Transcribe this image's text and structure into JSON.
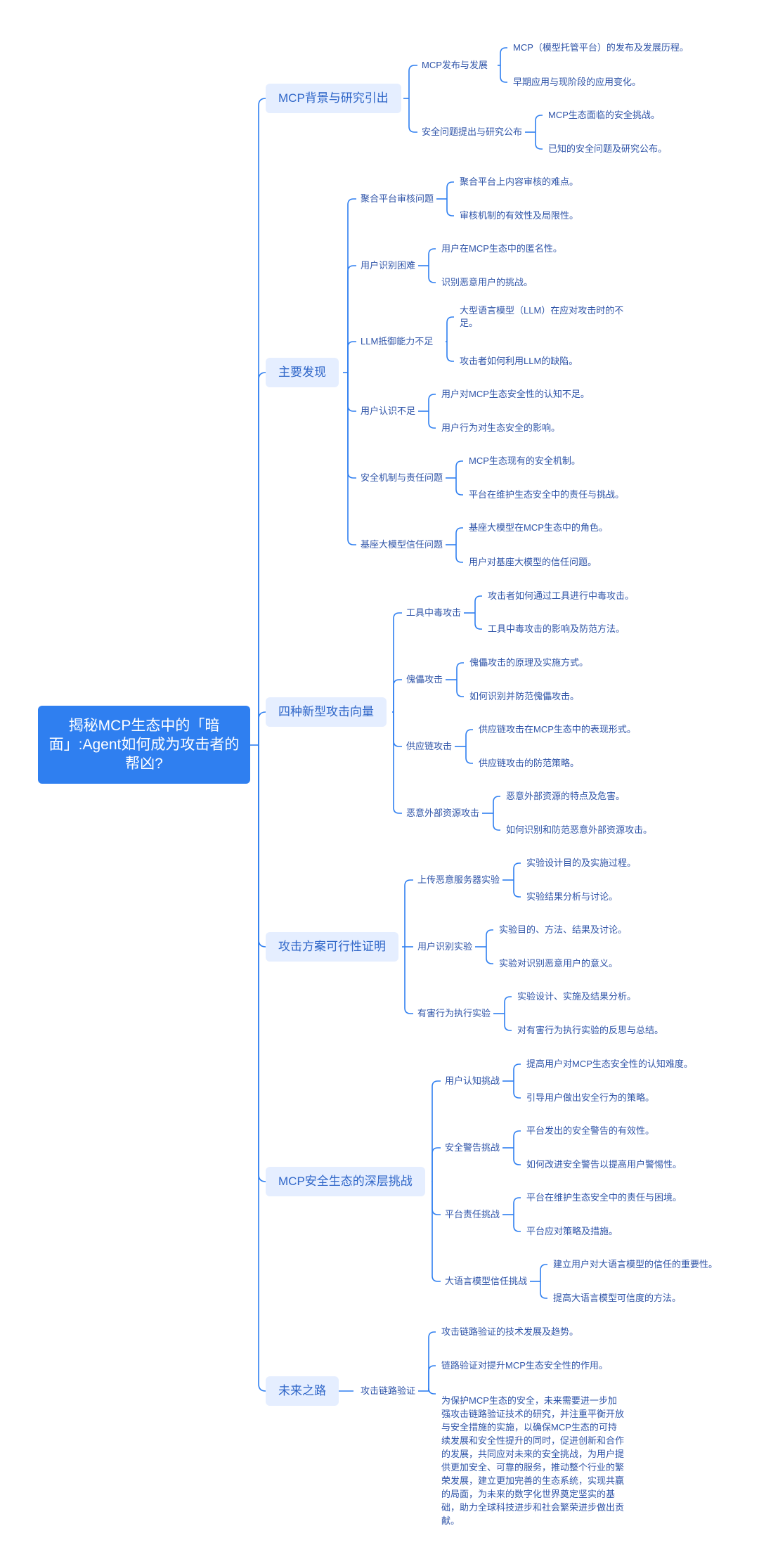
{
  "root": {
    "label": "揭秘MCP生态中的「暗面」:Agent如何成为攻击者的帮凶?"
  },
  "colors": {
    "line": "#2f7ff0",
    "root_bg": "#2f7ff0",
    "branch_bg": "#e5eeff",
    "text": "#2f54a8"
  },
  "branches": [
    {
      "label": "MCP背景与研究引出",
      "children": [
        {
          "label": "MCP发布与发展",
          "children": [
            "MCP（模型托管平台）的发布及发展历程。",
            "早期应用与现阶段的应用变化。"
          ]
        },
        {
          "label": "安全问题提出与研究公布",
          "children": [
            "MCP生态面临的安全挑战。",
            "已知的安全问题及研究公布。"
          ]
        }
      ]
    },
    {
      "label": "主要发现",
      "children": [
        {
          "label": "聚合平台审核问题",
          "children": [
            "聚合平台上内容审核的难点。",
            "审核机制的有效性及局限性。"
          ]
        },
        {
          "label": "用户识别困难",
          "children": [
            "用户在MCP生态中的匿名性。",
            "识别恶意用户的挑战。"
          ]
        },
        {
          "label": "LLM抵御能力不足",
          "children": [
            "大型语言模型（LLM）在应对攻击时的不足。",
            "攻击者如何利用LLM的缺陷。"
          ]
        },
        {
          "label": "用户认识不足",
          "children": [
            "用户对MCP生态安全性的认知不足。",
            "用户行为对生态安全的影响。"
          ]
        },
        {
          "label": "安全机制与责任问题",
          "children": [
            "MCP生态现有的安全机制。",
            "平台在维护生态安全中的责任与挑战。"
          ]
        },
        {
          "label": "基座大模型信任问题",
          "children": [
            "基座大模型在MCP生态中的角色。",
            "用户对基座大模型的信任问题。"
          ]
        }
      ]
    },
    {
      "label": "四种新型攻击向量",
      "children": [
        {
          "label": "工具中毒攻击",
          "children": [
            "攻击者如何通过工具进行中毒攻击。",
            "工具中毒攻击的影响及防范方法。"
          ]
        },
        {
          "label": "傀儡攻击",
          "children": [
            "傀儡攻击的原理及实施方式。",
            "如何识别并防范傀儡攻击。"
          ]
        },
        {
          "label": "供应链攻击",
          "children": [
            "供应链攻击在MCP生态中的表现形式。",
            "供应链攻击的防范策略。"
          ]
        },
        {
          "label": "恶意外部资源攻击",
          "children": [
            "恶意外部资源的特点及危害。",
            "如何识别和防范恶意外部资源攻击。"
          ]
        }
      ]
    },
    {
      "label": "攻击方案可行性证明",
      "children": [
        {
          "label": "上传恶意服务器实验",
          "children": [
            "实验设计目的及实施过程。",
            "实验结果分析与讨论。"
          ]
        },
        {
          "label": "用户识别实验",
          "children": [
            "实验目的、方法、结果及讨论。",
            "实验对识别恶意用户的意义。"
          ]
        },
        {
          "label": "有害行为执行实验",
          "children": [
            "实验设计、实施及结果分析。",
            "对有害行为执行实验的反思与总结。"
          ]
        }
      ]
    },
    {
      "label": "MCP安全生态的深层挑战",
      "children": [
        {
          "label": "用户认知挑战",
          "children": [
            "提高用户对MCP生态安全性的认知难度。",
            "引导用户做出安全行为的策略。"
          ]
        },
        {
          "label": "安全警告挑战",
          "children": [
            "平台发出的安全警告的有效性。",
            "如何改进安全警告以提高用户警惕性。"
          ]
        },
        {
          "label": "平台责任挑战",
          "children": [
            "平台在维护生态安全中的责任与困境。",
            "平台应对策略及措施。"
          ]
        },
        {
          "label": "大语言模型信任挑战",
          "children": [
            "建立用户对大语言模型的信任的重要性。",
            "提高大语言模型可信度的方法。"
          ]
        }
      ]
    },
    {
      "label": "未来之路",
      "children": [
        {
          "label": "攻击链路验证",
          "children": [
            "攻击链路验证的技术发展及趋势。",
            "链路验证对提升MCP生态安全性的作用。",
            "为保护MCP生态的安全，未来需要进一步加强攻击链路验证技术的研究，并注重平衡开放与安全措施的实施，以确保MCP生态的可持续发展和安全性提升的同时，促进创新和合作的发展，共同应对未来的安全挑战，为用户提供更加安全、可靠的服务，推动整个行业的繁荣发展，建立更加完善的生态系统，实现共赢的局面，为未来的数字化世界奠定坚实的基础，助力全球科技进步和社会繁荣进步做出贡献。"
          ]
        }
      ]
    }
  ]
}
